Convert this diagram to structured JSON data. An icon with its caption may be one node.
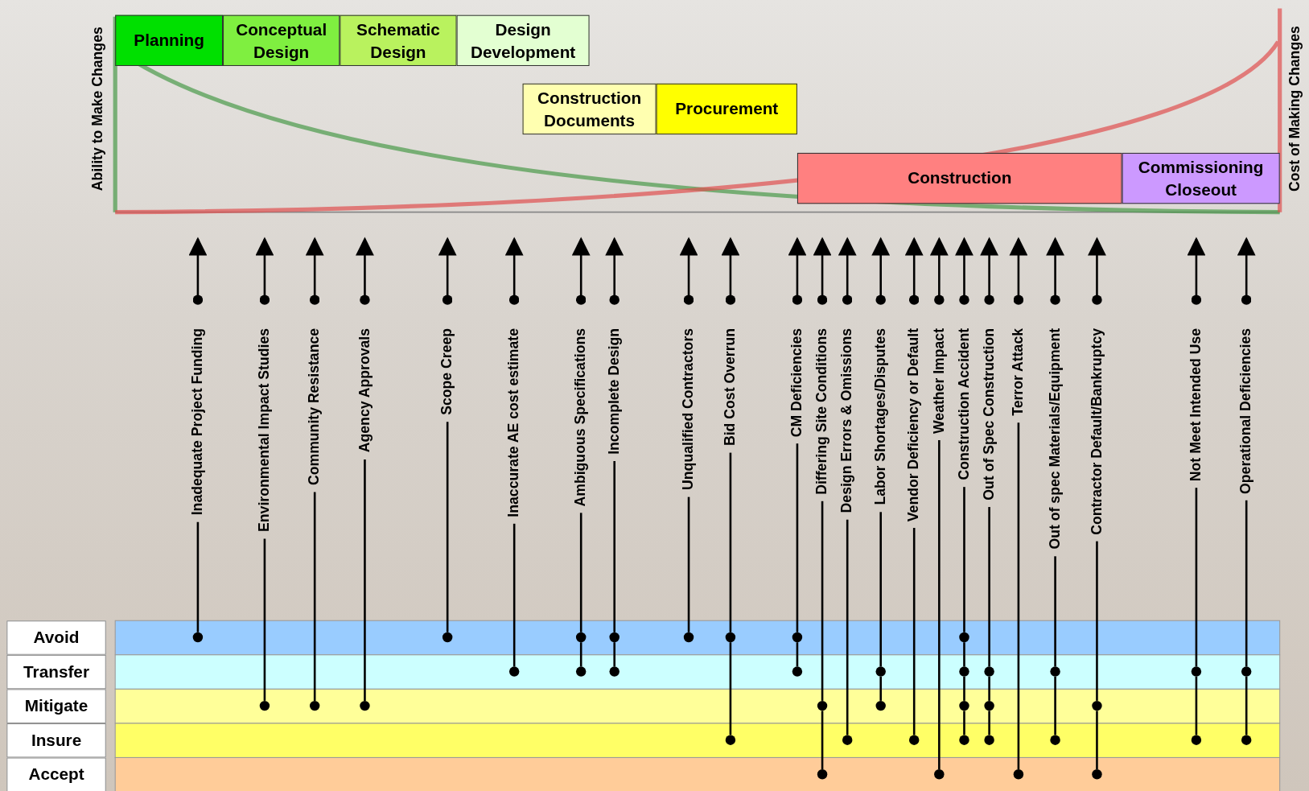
{
  "diagram": {
    "nodes": [
      {
        "text": [
          "Planning"
        ]
      },
      {
        "text": [
          "Conceptual Design"
        ]
      },
      {
        "text": [
          "Schematic Design"
        ]
      },
      {
        "text": [
          "Design Development"
        ]
      },
      {
        "text": [
          "Construction Documents"
        ]
      },
      {
        "text": [
          "Procurement"
        ]
      },
      {
        "text": [
          "Construction"
        ]
      },
      {
        "text": [
          "Commissioning Closeout"
        ]
      },
      {
        "text": [
          "Inadequate Project Funding"
        ]
      },
      {
        "text": [
          "Environmental Impact Studies"
        ]
      },
      {
        "text": [
          "Community Resistance"
        ]
      },
      {
        "text": [
          "Agency Approvals"
        ]
      },
      {
        "text": [
          "Scope Creep"
        ]
      },
      {
        "text": [
          "Inaccurate AE cost estimate"
        ]
      },
      {
        "text": [
          "Ambiguous Specifications"
        ]
      },
      {
        "text": [
          "Incomplete Design"
        ]
      },
      {
        "text": [
          "Unqualified Contractors"
        ]
      },
      {
        "text": [
          "Bid Cost Overrun"
        ]
      },
      {
        "text": [
          "CM Deficiencies"
        ]
      },
      {
        "text": [
          "Differing Site Conditions"
        ]
      },
      {
        "text": [
          "Design Errors & Omissions"
        ]
      },
      {
        "text": [
          "Labor Shortages/Disputes"
        ]
      },
      {
        "text": [
          "Vendor Deficiency or Default"
        ]
      },
      {
        "text": [
          "Weather Impact"
        ]
      },
      {
        "text": [
          "Construction Accident"
        ]
      },
      {
        "text": [
          "Out of Spec Construction"
        ]
      },
      {
        "text": [
          "Terror Attack"
        ]
      },
      {
        "text": [
          "Out of spec Materials/Equipment"
        ]
      },
      {
        "text": [
          "Contractor Default/Bankruptcy"
        ]
      },
      {
        "text": [
          "Not Meet Intended Use"
        ]
      },
      {
        "text": [
          "Operational Deficiencies"
        ]
      },
      {
        "text": [],
        "shape": "circle"
      },
      {
        "text": [],
        "shape": "circle"
      },
      {
        "text": [],
        "shape": "circle"
      },
      {
        "text": [],
        "shape": "circle"
      },
      {
        "text": [],
        "shape": "circle"
      },
      {
        "text": [],
        "shape": "circle"
      },
      {
        "text": [],
        "shape": "circle"
      },
      {
        "text": [],
        "shape": "circle"
      },
      {
        "text": [],
        "shape": "circle"
      },
      {
        "text": [],
        "shape": "circle"
      },
      {
        "text": [],
        "shape": "circle"
      },
      {
        "text": [],
        "shape": "circle"
      },
      {
        "text": [],
        "shape": "circle"
      },
      {
        "text": [],
        "shape": "circle"
      },
      {
        "text": [],
        "shape": "circle"
      },
      {
        "text": [],
        "shape": "circle"
      },
      {
        "text": [],
        "shape": "circle"
      },
      {
        "text": [],
        "shape": "circle"
      },
      {
        "text": [],
        "shape": "circle"
      },
      {
        "text": [],
        "shape": "circle"
      },
      {
        "text": [],
        "shape": "circle"
      },
      {
        "text": [],
        "shape": "circle"
      },
      {
        "text": [],
        "shape": "circle"
      },
      {
        "text": [],
        "shape": "circle"
      },
      {
        "text": [],
        "shape": "circle"
      },
      {
        "text": [],
        "shape": "circle"
      },
      {
        "text": [],
        "shape": "circle"
      },
      {
        "text": [],
        "shape": "circle"
      },
      {
        "text": [],
        "shape": "circle"
      },
      {
        "text": [],
        "shape": "circle"
      },
      {
        "text": [],
        "shape": "circle"
      },
      {
        "text": [],
        "shape": "circle"
      },
      {
        "text": [],
        "shape": "circle"
      },
      {
        "text": [],
        "shape": "circle"
      },
      {
        "text": [],
        "shape": "circle"
      },
      {
        "text": [],
        "shape": "circle"
      },
      {
        "text": [],
        "shape": "circle"
      },
      {
        "text": [],
        "shape": "circle"
      }
    ],
    "edges": [
      {
        "from": 8,
        "to": null,
        "arrow": "to"
      },
      {
        "from": 9,
        "to": null,
        "arrow": "to"
      },
      {
        "from": 10,
        "to": null,
        "arrow": "to"
      },
      {
        "from": 11,
        "to": null,
        "arrow": "to"
      },
      {
        "from": 12,
        "to": null,
        "arrow": "to"
      },
      {
        "from": 13,
        "to": null,
        "arrow": "to"
      },
      {
        "from": 14,
        "to": null,
        "arrow": "to"
      },
      {
        "from": 15,
        "to": null,
        "arrow": "to"
      },
      {
        "from": 16,
        "to": null,
        "arrow": "to"
      },
      {
        "from": 17,
        "to": null,
        "arrow": "to"
      },
      {
        "from": 18,
        "to": null,
        "arrow": "to"
      },
      {
        "from": 19,
        "to": null,
        "arrow": "to"
      },
      {
        "from": 20,
        "to": null,
        "arrow": "to"
      },
      {
        "from": 21,
        "to": null,
        "arrow": "to"
      },
      {
        "from": 22,
        "to": null,
        "arrow": "to"
      },
      {
        "from": 23,
        "to": null,
        "arrow": "to"
      },
      {
        "from": 24,
        "to": null,
        "arrow": "to"
      },
      {
        "from": 25,
        "to": null,
        "arrow": "to"
      },
      {
        "from": 26,
        "to": null,
        "arrow": "to"
      },
      {
        "from": 27,
        "to": null,
        "arrow": "to"
      },
      {
        "from": 28,
        "to": null,
        "arrow": "to"
      },
      {
        "from": 29,
        "to": null,
        "arrow": "to"
      },
      {
        "from": 30,
        "to": null,
        "arrow": "to"
      },
      {
        "from": 8,
        "to": 31,
        "arrow": "none"
      },
      {
        "from": 9,
        "to": 32,
        "arrow": "none"
      },
      {
        "from": 10,
        "to": 33,
        "arrow": "none"
      },
      {
        "from": 11,
        "to": 34,
        "arrow": "none"
      },
      {
        "from": 12,
        "to": 35,
        "arrow": "none"
      },
      {
        "from": 13,
        "to": 36,
        "arrow": "none"
      },
      {
        "from": 14,
        "to": 37,
        "arrow": "none"
      },
      {
        "from": 37,
        "to": 38,
        "arrow": "none"
      },
      {
        "from": 15,
        "to": 39,
        "arrow": "none"
      },
      {
        "from": 39,
        "to": 40,
        "arrow": "none"
      },
      {
        "from": 16,
        "to": 41,
        "arrow": "none"
      },
      {
        "from": 17,
        "to": 42,
        "arrow": "none"
      },
      {
        "from": 42,
        "to": 43,
        "arrow": "none"
      },
      {
        "from": 18,
        "to": 44,
        "arrow": "none"
      },
      {
        "from": 44,
        "to": 45,
        "arrow": "none"
      },
      {
        "from": 19,
        "to": 46,
        "arrow": "none"
      },
      {
        "from": 46,
        "to": 47,
        "arrow": "none"
      },
      {
        "from": 20,
        "to": 48,
        "arrow": "none"
      },
      {
        "from": 21,
        "to": 49,
        "arrow": "none"
      },
      {
        "from": 49,
        "to": 50,
        "arrow": "none"
      },
      {
        "from": 22,
        "to": 51,
        "arrow": "none"
      },
      {
        "from": 23,
        "to": 52,
        "arrow": "none"
      },
      {
        "from": 24,
        "to": 53,
        "arrow": "none"
      },
      {
        "from": 53,
        "to": 54,
        "arrow": "none"
      },
      {
        "from": 54,
        "to": 55,
        "arrow": "none"
      },
      {
        "from": 55,
        "to": 56,
        "arrow": "none"
      },
      {
        "from": 25,
        "to": 57,
        "arrow": "none"
      },
      {
        "from": 57,
        "to": 58,
        "arrow": "none"
      },
      {
        "from": 58,
        "to": 59,
        "arrow": "none"
      },
      {
        "from": 26,
        "to": 60,
        "arrow": "none"
      },
      {
        "from": 27,
        "to": 61,
        "arrow": "none"
      },
      {
        "from": 61,
        "to": 62,
        "arrow": "none"
      },
      {
        "from": 28,
        "to": 63,
        "arrow": "none"
      },
      {
        "from": 63,
        "to": 64,
        "arrow": "none"
      },
      {
        "from": 29,
        "to": 65,
        "arrow": "none"
      },
      {
        "from": 65,
        "to": 66,
        "arrow": "none"
      },
      {
        "from": 30,
        "to": 67,
        "arrow": "none"
      },
      {
        "from": 67,
        "to": 68,
        "arrow": "none"
      }
    ],
    "labels": [
      "Ability to Make Changes",
      "Cost of Making Changes",
      "Avoid",
      "Transfer",
      "Mitigate",
      "Insure",
      "Accept"
    ]
  }
}
